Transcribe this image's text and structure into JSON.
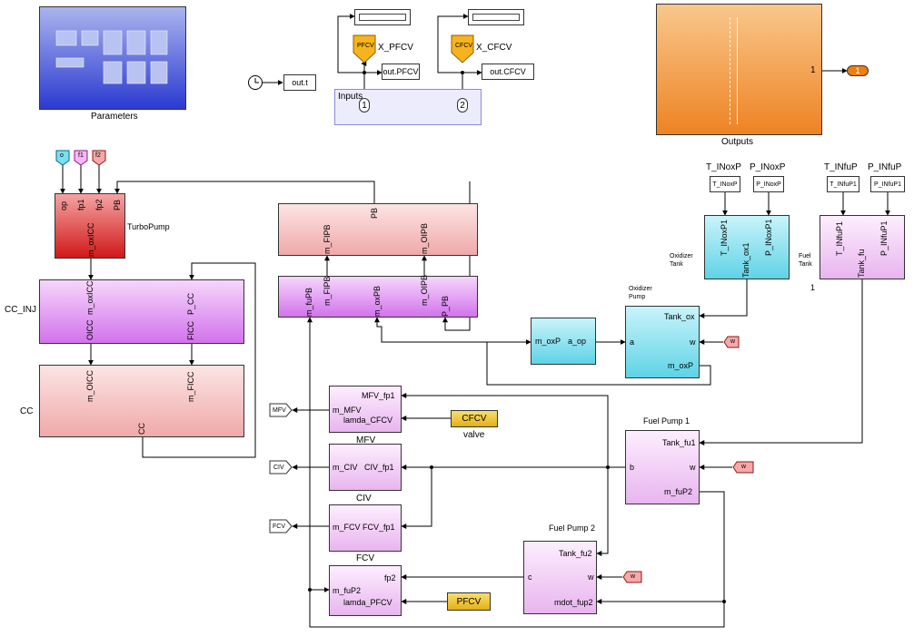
{
  "blocks": {
    "parameters": {
      "caption": "Parameters"
    },
    "outputs": {
      "caption": "Outputs",
      "port_label": "1",
      "outport": "1"
    },
    "clock": {
      "label": "out.t"
    },
    "inputs": {
      "title": "Inputs",
      "port1": "1",
      "port2": "2"
    },
    "pfcv_goto": {
      "tag": "PFCV",
      "label": "X_PFCV",
      "output": "out.PFCV"
    },
    "cfcv_goto": {
      "tag": "CFCV",
      "label": "X_CFCV",
      "output": "out.CFCV"
    },
    "froms_top": {
      "op": "o",
      "fp1": "f1",
      "fp2": "f2"
    },
    "turbopump": {
      "name": "TurboPump",
      "ports_in": [
        "op",
        "fp1",
        "fp2",
        "PB"
      ],
      "port_out": "m_oxICC"
    },
    "cc_inj": {
      "name": "CC_INJ",
      "ports_in": [
        "m_oxICC",
        "P_CC"
      ],
      "ports_out": [
        "OICC",
        "FICC"
      ]
    },
    "cc": {
      "name": "CC",
      "ports_in": [
        "m_OICC",
        "m_FICC"
      ],
      "port_out": "CC"
    },
    "pb": {
      "port_out": "PB",
      "ports_in": [
        "m_FIPB",
        "m_OIPB"
      ]
    },
    "pb_inj": {
      "ports": [
        "m_fuPB",
        "m_FIPB",
        "m_oxPB",
        "m_OIPB",
        "P_PB"
      ]
    },
    "ox_tank_consts": {
      "t_label": "T_INoxP",
      "p_label": "P_INoxP",
      "t_val": "T_INoxP",
      "p_val": "P_INoxP"
    },
    "fu_tank_consts": {
      "t_label": "T_INfuP",
      "p_label": "P_INfuP",
      "t_val": "T_INfuP1",
      "p_val": "P_INfuP1"
    },
    "oxidizer_tank": {
      "name": "Oxidizer\nTank",
      "ports": [
        "T_INoxP1",
        "P_INoxP1",
        "Tank_ox1"
      ]
    },
    "fuel_tank": {
      "name": "Fuel\nTank",
      "ports": [
        "T_INfuP1",
        "P_INfuP1",
        "Tank_fu"
      ],
      "note": "1"
    },
    "oxidizer_pump": {
      "name": "Oxidizer\nPump",
      "ports": [
        "Tank_ox",
        "a",
        "w",
        "m_oxP"
      ]
    },
    "mox_block": {
      "ports": [
        "m_oxP",
        "a_op"
      ]
    },
    "w_tags": [
      "w",
      "w",
      "w"
    ],
    "mfv": {
      "name": "MFV",
      "ports": [
        "MFV_fp1",
        "m_MFV",
        "lamda_CFCV"
      ],
      "goto": "MFV"
    },
    "cfcv_const": {
      "value": "CFCV",
      "note": "valve"
    },
    "civ": {
      "name": "CIV",
      "ports": [
        "m_CIV",
        "CIV_fp1"
      ],
      "goto": "CIV"
    },
    "fcv": {
      "name": "FCV",
      "ports": [
        "m_FCV",
        "FCV_fp1"
      ],
      "goto": "FCV"
    },
    "fuel_pump1": {
      "name": "Fuel Pump 1",
      "ports": [
        "Tank_fu1",
        "b",
        "w",
        "m_fuP2"
      ]
    },
    "fuel_pump2": {
      "name": "Fuel Pump 2",
      "ports": [
        "Tank_fu2",
        "c",
        "w",
        "mdot_fup2"
      ]
    },
    "pfcv_block": {
      "ports": [
        "fp2",
        "m_fuP2",
        "lamda_PFCV"
      ]
    },
    "pfcv_const": {
      "value": "PFCV"
    }
  },
  "colors": {
    "pink": "#f0a9a9",
    "magenta": "#d273ec",
    "cyan": "#5fd3e6",
    "red": "#d01818",
    "orange": "#ee8323",
    "blue": "#2b3ad0",
    "gold": "#e4b116"
  }
}
